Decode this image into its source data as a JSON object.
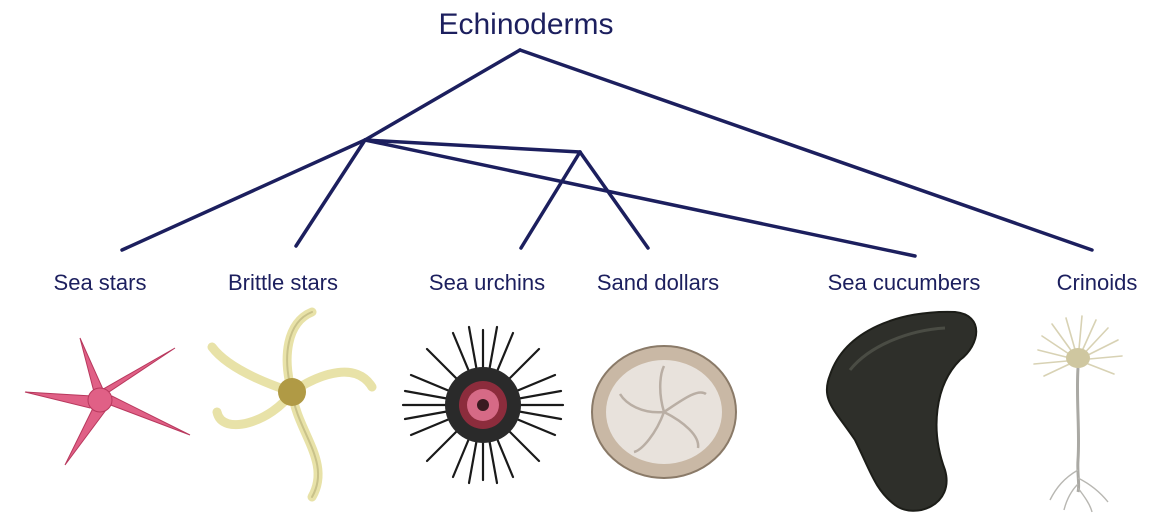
{
  "root": {
    "label": "Echinoderms"
  },
  "taxa": [
    {
      "id": "sea-stars",
      "label": "Sea stars"
    },
    {
      "id": "brittle-stars",
      "label": "Brittle stars"
    },
    {
      "id": "sea-urchins",
      "label": "Sea urchins"
    },
    {
      "id": "sand-dollars",
      "label": "Sand dollars"
    },
    {
      "id": "sea-cucumbers",
      "label": "Sea cucumbers"
    },
    {
      "id": "crinoids",
      "label": "Crinoids"
    }
  ],
  "colors": {
    "line": "#1c1f5e",
    "text": "#1c1f5e"
  }
}
